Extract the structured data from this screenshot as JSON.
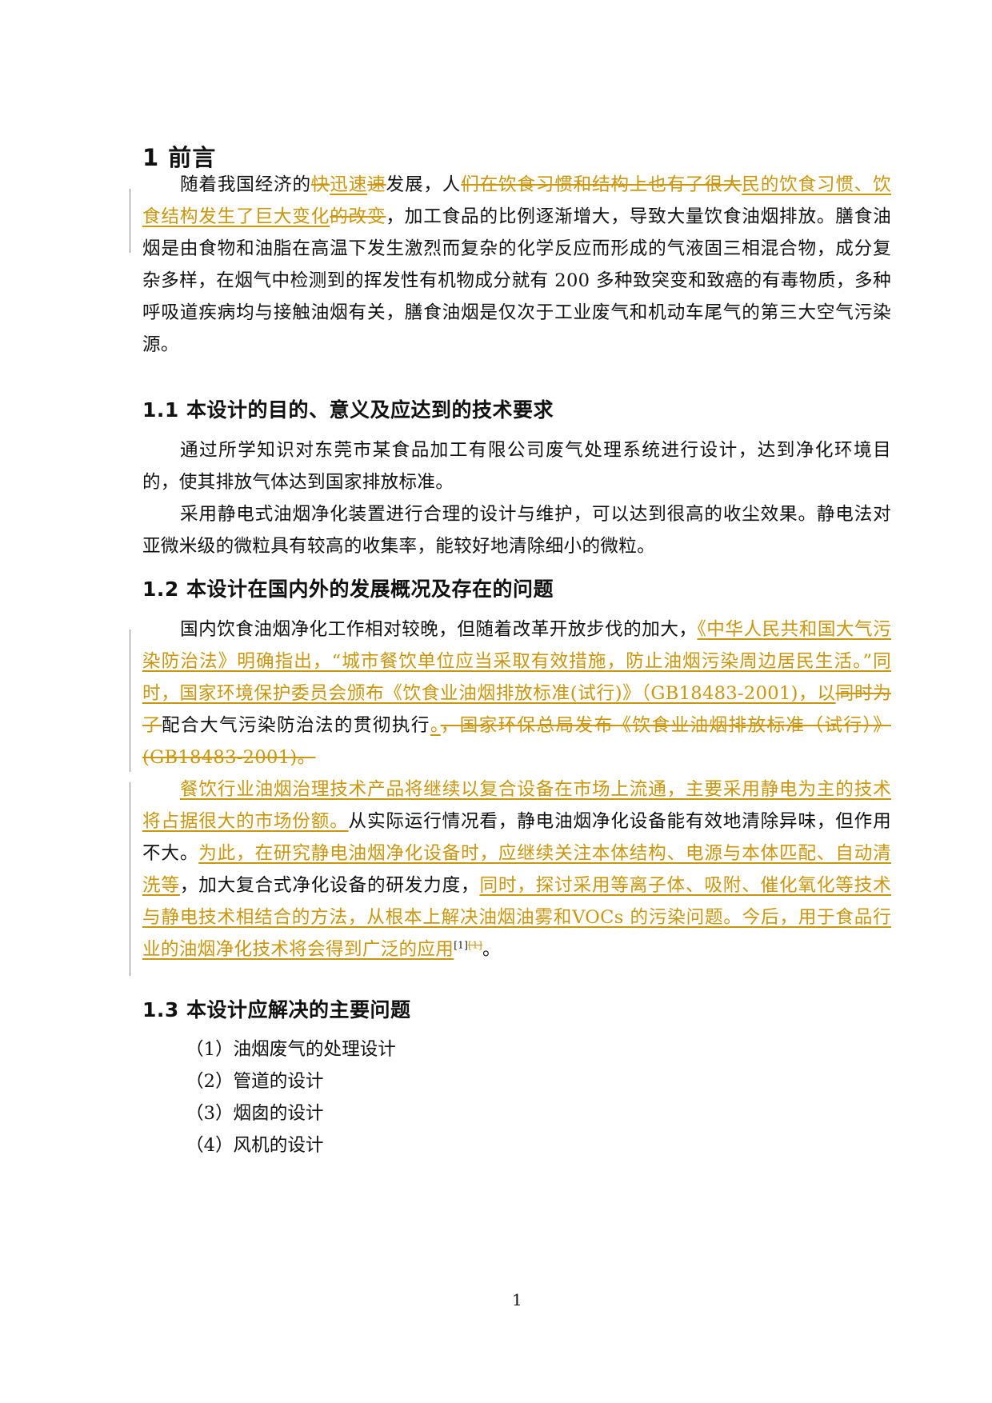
{
  "document": {
    "heading_1": "1 前言",
    "intro": {
      "segments": [
        {
          "t": "随着我国经济的",
          "k": "plain"
        },
        {
          "t": "快",
          "k": "del"
        },
        {
          "t": "迅速",
          "k": "ins"
        },
        {
          "t": "速",
          "k": "del"
        },
        {
          "t": "发展，人",
          "k": "plain"
        },
        {
          "t": "们在饮食习惯和结构上也有了很大",
          "k": "del"
        },
        {
          "t": "民的饮食习惯、饮食结构发生了巨大变化",
          "k": "ins"
        },
        {
          "t": "的改变",
          "k": "del"
        },
        {
          "t": "，加工食品的比例逐渐增大，导致大量饮食油烟排放。膳食油烟是由食物和油脂在高温下发生激烈而复杂的化学反应而形成的气液固三相混合物，成分复杂多样，在烟气中检测到的挥发性有机物成分就有 200 多种致突变和致癌的有毒物质，多种呼吸道疾病均与接触油烟有关，膳食油烟是仅次于工业废气和机动车尾气的第三大空气污染源。",
          "k": "plain"
        }
      ]
    },
    "section_1_1": {
      "heading": "1.1 本设计的目的、意义及应达到的技术要求",
      "para_1": "通过所学知识对东莞市某食品加工有限公司废气处理系统进行设计，达到净化环境目的，使其排放气体达到国家排放标准。",
      "para_2": "采用静电式油烟净化装置进行合理的设计与维护，可以达到很高的收尘效果。静电法对亚微米级的微粒具有较高的收集率，能较好地清除细小的微粒。"
    },
    "section_1_2": {
      "heading": "1.2 本设计在国内外的发展概况及存在的问题",
      "para_1": {
        "segments": [
          {
            "t": "国内饮食油烟净化工作相对较晚，但随着改革开放步伐的加大，",
            "k": "plain"
          },
          {
            "t": "《中华人民共和国大气污染防治法》明确指出，“城市餐饮单位应当采取有效措施，防止油烟污染周边居民生活。”同时，国家环境保护委员会颁布《饮食业油烟排放标准(试行)》（GB18483-2001)，以",
            "k": "ins"
          },
          {
            "t": "同时为了",
            "k": "del"
          },
          {
            "t": "配合大气污染防治法的贯彻执行",
            "k": "plain"
          },
          {
            "t": "。",
            "k": "ins"
          },
          {
            "t": "，国家环保总局发布《饮食业油烟排放标准（试行）》(GB18483-2001)。",
            "k": "del"
          }
        ]
      },
      "para_2": {
        "segments": [
          {
            "t": "餐饮行业油烟治理技术产品将继续以复合设备在市场上流通，主要采用静电为主的技术将占据很大的市场份额。",
            "k": "ins"
          },
          {
            "t": "从实际运行情况看，静电油烟净化设备能有效地清除异味，但作用不大。",
            "k": "plain"
          },
          {
            "t": "为此，在研究静电油烟净化设备时，应继续关注本体结构、电源与本体匹配、自动清洗等",
            "k": "ins"
          },
          {
            "t": "，加大复合式净化设备的研发力度，",
            "k": "plain"
          },
          {
            "t": "同时，探讨采用等离子体、吸附、催化氧化等技术与静电技术相结合的方法，从根本上解决油烟油雾和VOCs 的污染问题。今后，用于食品行业的油烟净化技术将会得到广泛的应用",
            "k": "ins"
          },
          {
            "t": "[1]",
            "k": "sup-plain"
          },
          {
            "t": "[1]",
            "k": "sup-del"
          },
          {
            "t": "。",
            "k": "plain"
          }
        ]
      }
    },
    "section_1_3": {
      "heading": "1.3 本设计应解决的主要问题",
      "items": [
        "（1）油烟废气的处理设计",
        "（2）管道的设计",
        "（3）烟囱的设计",
        "（4）风机的设计"
      ]
    },
    "page_number": "1",
    "colors": {
      "revision": "#C9960C",
      "text": "#111111",
      "change_bar": "#888888"
    }
  }
}
